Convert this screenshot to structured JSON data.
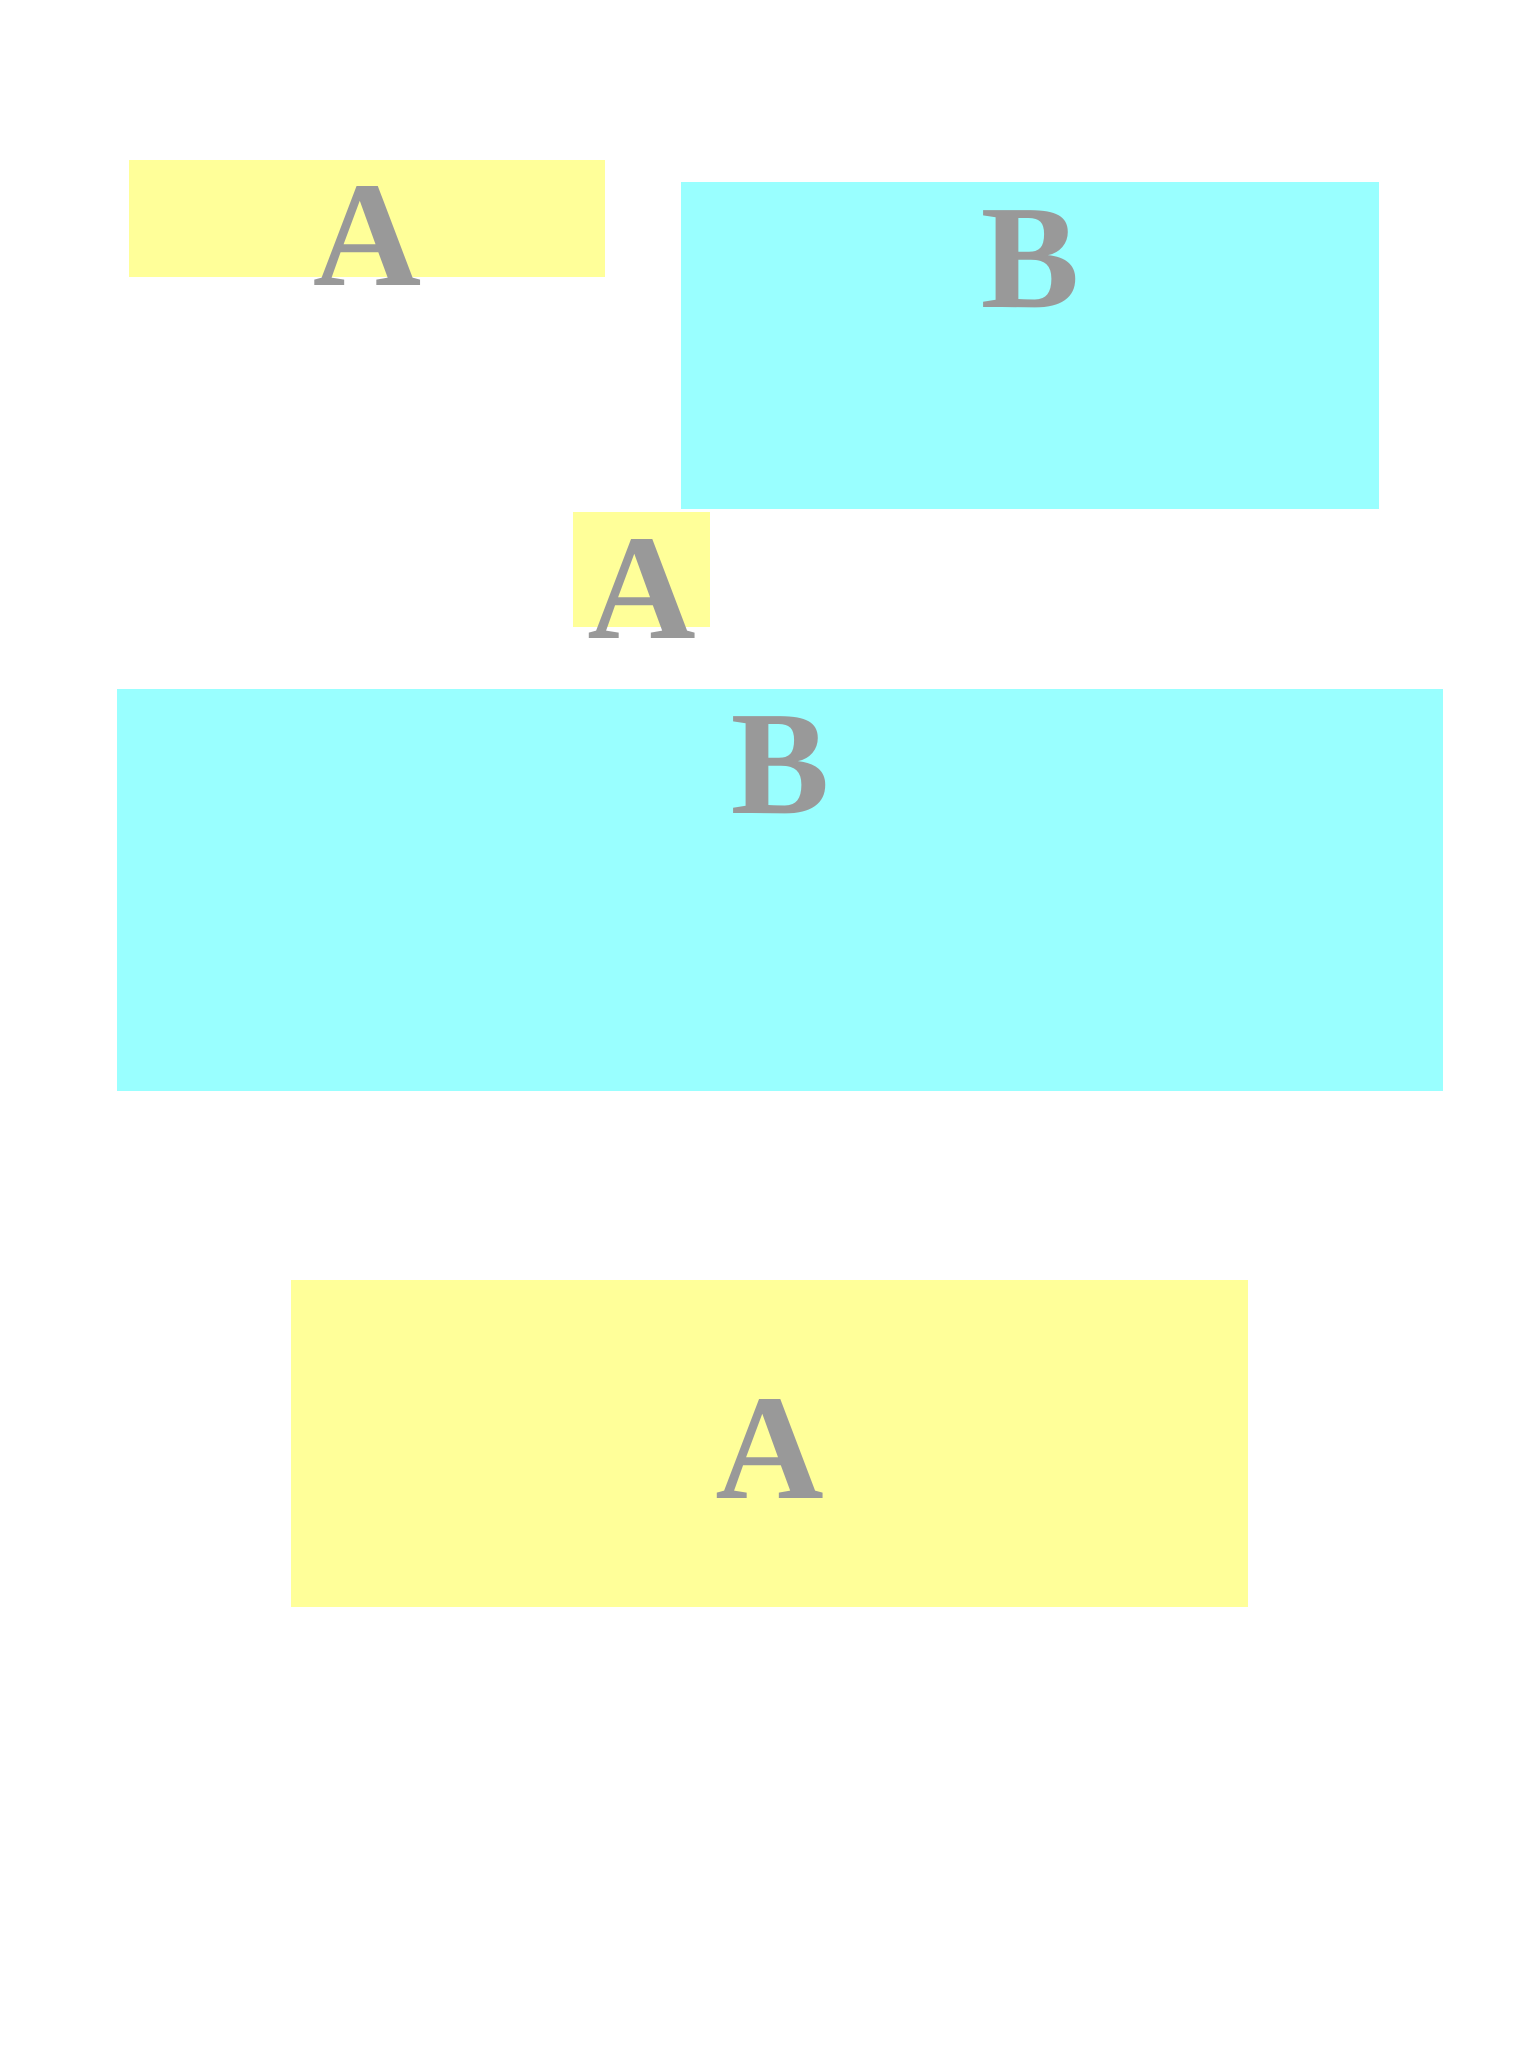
{
  "colors": {
    "background": "#ffffff",
    "box_a": "#ffff99",
    "box_b": "#99ffff",
    "label": "#999999"
  },
  "boxes": [
    {
      "id": "a1",
      "label": "A",
      "color": "yellow"
    },
    {
      "id": "b1",
      "label": "B",
      "color": "cyan"
    },
    {
      "id": "a2",
      "label": "A",
      "color": "yellow"
    },
    {
      "id": "b2",
      "label": "B",
      "color": "cyan"
    },
    {
      "id": "a3",
      "label": "A",
      "color": "yellow"
    }
  ]
}
